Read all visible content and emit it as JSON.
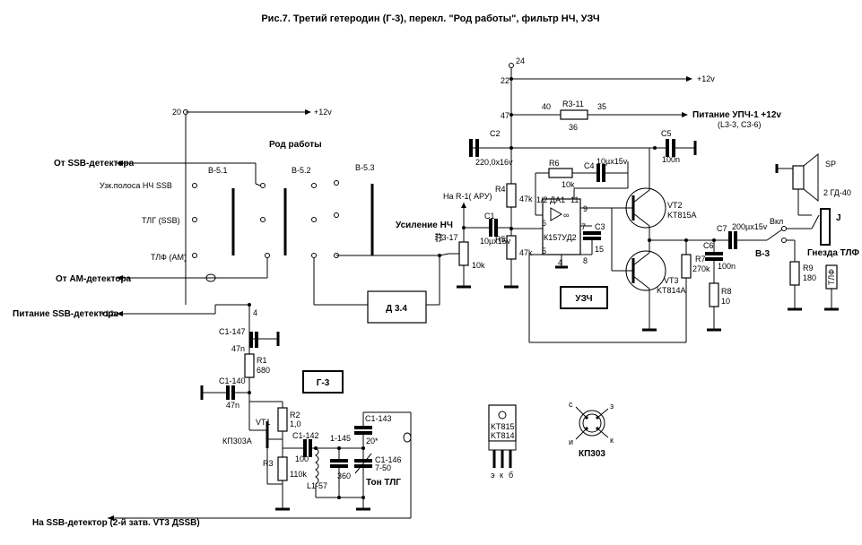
{
  "title": "Рис.7. Третий гетеродин (Г-3), перекл. \"Род работы\", фильтр НЧ, УЗЧ",
  "labels": {
    "node24": "24",
    "node22": "22",
    "node47": "47",
    "node20": "20",
    "node4": "4",
    "plus12v_top": "+12v",
    "plus12v_right": "+12v",
    "plus12v_left": "+12v",
    "pit_ssb": "Питание SSB-детекторa",
    "pit_upch": "Питание УПЧ-1 +12v",
    "pit_upch_sub": "(L3-3, C3-6)",
    "r3_11": "R3-11",
    "n40": "40",
    "n35": "35",
    "n36": "36",
    "c2": "C2",
    "c2v": "220,0x16v",
    "c5": "C5",
    "c5v": "100n",
    "r6": "R6",
    "r6v": "10k",
    "c4": "C4",
    "c4v": "10µx15v",
    "rod": "Род работы",
    "ot_ssb": "От SSB-детектора",
    "ot_am": "От АМ-детектора",
    "uzk": "Узк.полоса НЧ SSB",
    "tlg": "ТЛГ (SSB)",
    "tlf": "ТЛФ (АМ)",
    "b51": "B-5.1",
    "b52": "B-5.2",
    "b53": "B-5.3",
    "na_r1": "На R-1( АРУ)",
    "usil": "Усиление НЧ",
    "r4": "R4",
    "r4v": "47k",
    "r5": "R5",
    "r5v": "47k",
    "c1": "C1",
    "c1v": "10µx15v",
    "r3_17": "R3-17",
    "r3_17v": "10k",
    "da1": "1/2 ДА1",
    "da1t": "К157УД2",
    "p11": "11",
    "p9": "9",
    "p7": "7",
    "p6": "6",
    "p5": "5",
    "p4": "4",
    "p8": "8",
    "c3": "C3",
    "c3v": "15",
    "vt2": "VT2",
    "vt2t": "KT815A",
    "vt3": "VT3",
    "vt3t": "KT814A",
    "r7": "R7",
    "r7v": "270k",
    "c6": "C6",
    "c6v": "100n",
    "r8": "R8",
    "r8v": "10",
    "c7": "C7",
    "c7v": "200µx15v",
    "vkl": "Вкл",
    "b3": "В-3",
    "r9": "R9",
    "r9v": "180",
    "sp": "SP",
    "sp_t": "2 ГД-40",
    "j": "J",
    "gnezda": "Гнезда ТЛФ",
    "tlf_v": "ТЛФ",
    "d34": "Д 3.4",
    "uzch": "УЗЧ",
    "g3": "Г-3",
    "c1_147": "C1-147",
    "c1_147v": "47n",
    "r1": "R1",
    "r1v": "680",
    "c1_140": "C1-140",
    "c1_140v": "47n",
    "r2": "R2",
    "r2v": "1,0",
    "vt1": "VT1",
    "kp303a": "КП303А",
    "r3": "R3",
    "r3v": "110k",
    "c1_142": "C1-142",
    "c1_142v": "100",
    "l145": "1-145",
    "v360": "360",
    "l157": "L1-57",
    "c1_143": "C1-143",
    "v20": "20*",
    "c1_146": "C1-146",
    "c1_146v": "7-50",
    "ton": "Тон ТЛГ",
    "na_ssb": "На SSB-детектор (2-й затв. VT3 ДSSB)",
    "kt815": "KT815",
    "kt814": "KT814",
    "pin_e": "э",
    "pin_k": "к",
    "pin_b": "б",
    "kp303": "КП303",
    "p_s": "с",
    "p_z": "з",
    "p_i": "и",
    "p_k": "к"
  }
}
